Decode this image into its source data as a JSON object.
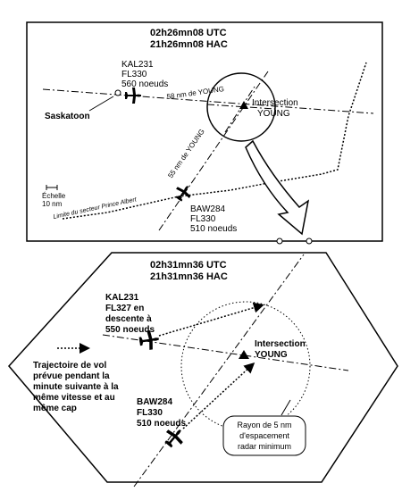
{
  "panel_top": {
    "utc_time": "02h26mn08 UTC",
    "hac_time": "21h26mn08 HAC",
    "kal": {
      "callsign": "KAL231",
      "level": "FL330",
      "speed": "560 noeuds"
    },
    "baw": {
      "callsign": "BAW284",
      "level": "FL330",
      "speed": "510 noeuds"
    },
    "saskatoon": "Saskatoon",
    "dist_kal": "58 nm de YOUNG",
    "dist_baw": "55 nm de YOUNG",
    "intersection_line1": "Intersection",
    "intersection_line2": "YOUNG",
    "scale_label": "Échelle",
    "scale_value": "10 nm",
    "sector_limit": "Limite du secteur Prince Albert"
  },
  "panel_bottom": {
    "utc_time": "02h31mn36 UTC",
    "hac_time": "21h31mn36 HAC",
    "kal": {
      "callsign": "KAL231",
      "level": "FL327 en",
      "line3": "descente à",
      "line4": "550 noeuds"
    },
    "baw": {
      "callsign": "BAW284",
      "level": "FL330",
      "speed": "510 noeuds"
    },
    "intersection_line1": "Intersection",
    "intersection_line2": "YOUNG",
    "legend_lines": [
      "Trajectoire de vol",
      "prévue pendant la",
      "minute suivante à la",
      "même vitesse et au",
      "même cap"
    ],
    "radius_lines": [
      "Rayon de 5 nm",
      "d'espacement",
      "radar minimum"
    ]
  }
}
